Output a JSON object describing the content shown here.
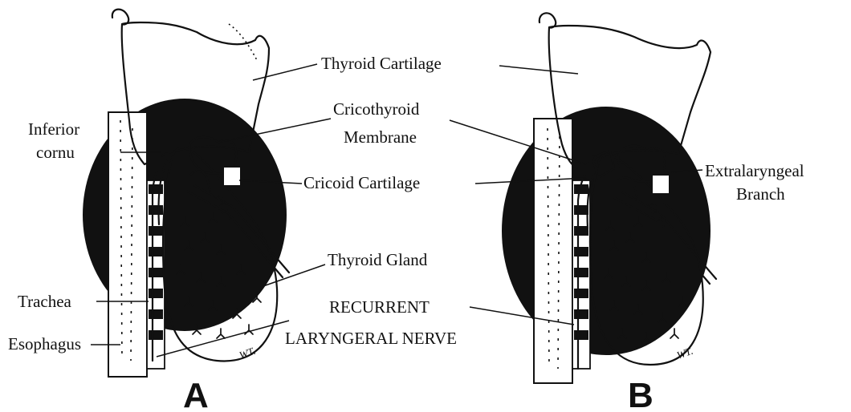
{
  "figure": {
    "labels": {
      "thyroid_cartilage": "Thyroid Cartilage",
      "cricothyroid_line1": "Cricothyroid",
      "cricothyroid_line2": "Membrane",
      "cricoid_cartilage": "Cricoid Cartilage",
      "inferior_line1": "Inferior",
      "inferior_line2": "cornu",
      "thyroid_gland": "Thyroid Gland",
      "trachea": "Trachea",
      "esophagus": "Esophagus",
      "recurrent": "RECURRENT",
      "laryngeal_nerve": "LARYNGERAL NERVE",
      "extralaryngeal_line1": "Extralaryngeal",
      "extralaryngeal_line2": "Branch",
      "artist_mark": "WT."
    },
    "panels": {
      "a": "A",
      "b": "B"
    }
  }
}
